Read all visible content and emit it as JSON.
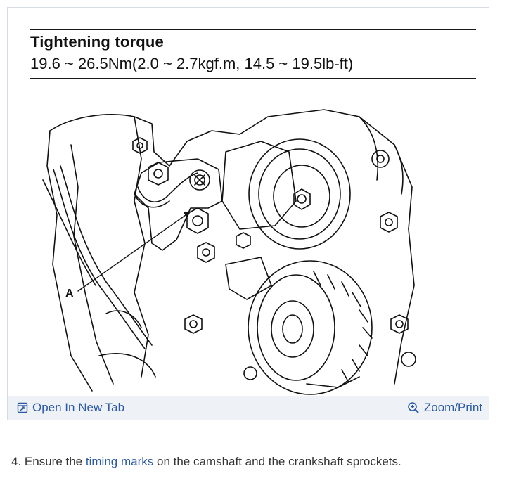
{
  "figure": {
    "torque_title": "Tightening torque",
    "torque_spec": "19.6 ~ 26.5Nm(2.0 ~ 2.7kgf.m, 14.5 ~ 19.5lb-ft)",
    "callout_label": "A"
  },
  "actions": {
    "open_new_tab": {
      "label": "Open In New Tab",
      "icon": "open-new-tab-icon"
    },
    "zoom_print": {
      "label": "Zoom/Print",
      "icon": "zoom-icon"
    }
  },
  "step": {
    "number": "4.",
    "text_before": "Ensure the",
    "link_text": "timing marks",
    "text_after": "on the camshaft and the crankshaft sprockets."
  },
  "colors": {
    "link": "#2a5aa5",
    "action_bar_bg": "#eef1f6",
    "border": "#d5dce6"
  }
}
